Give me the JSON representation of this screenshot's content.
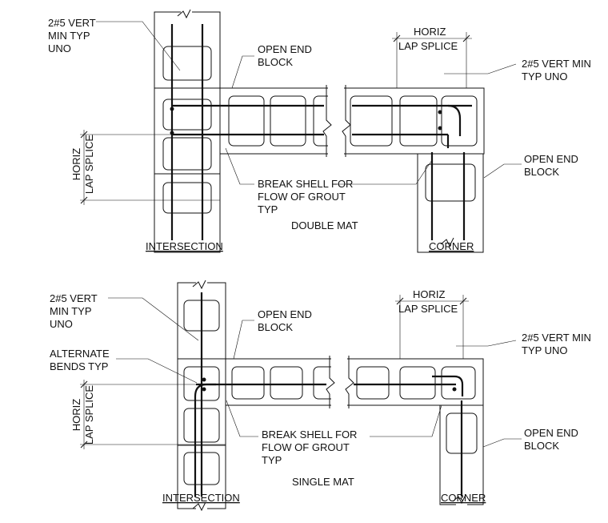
{
  "details": [
    {
      "id": "double-mat",
      "title": "DOUBLE MAT",
      "left_view_title": "INTERSECTION",
      "right_view_title": "CORNER",
      "notes": {
        "vert_left": [
          "2#5 VERT",
          "MIN TYP",
          "UNO"
        ],
        "open_end_top": [
          "OPEN END",
          "BLOCK"
        ],
        "horiz_lap_top": [
          "HORIZ",
          "LAP SPLICE"
        ],
        "vert_right": [
          "2#5 VERT MIN",
          "TYP UNO"
        ],
        "open_end_right": [
          "OPEN END",
          "BLOCK"
        ],
        "horiz_lap_left": [
          "HORIZ",
          "LAP SPLICE"
        ],
        "break_shell": [
          "BREAK SHELL FOR",
          "FLOW OF GROUT",
          "TYP"
        ]
      }
    },
    {
      "id": "single-mat",
      "title": "SINGLE MAT",
      "left_view_title": "INTERSECTION",
      "right_view_title": "CORNER",
      "notes": {
        "vert_left": [
          "2#5 VERT",
          "MIN TYP",
          "UNO"
        ],
        "alternate_bends": [
          "ALTERNATE",
          "BENDS TYP"
        ],
        "open_end_top": [
          "OPEN END",
          "BLOCK"
        ],
        "horiz_lap_top": [
          "HORIZ",
          "LAP SPLICE"
        ],
        "vert_right": [
          "2#5 VERT MIN",
          "TYP UNO"
        ],
        "open_end_right": [
          "OPEN END",
          "BLOCK"
        ],
        "horiz_lap_left": [
          "HORIZ",
          "LAP SPLICE"
        ],
        "break_shell": [
          "BREAK SHELL FOR",
          "FLOW OF GROUT",
          "TYP"
        ]
      }
    }
  ]
}
